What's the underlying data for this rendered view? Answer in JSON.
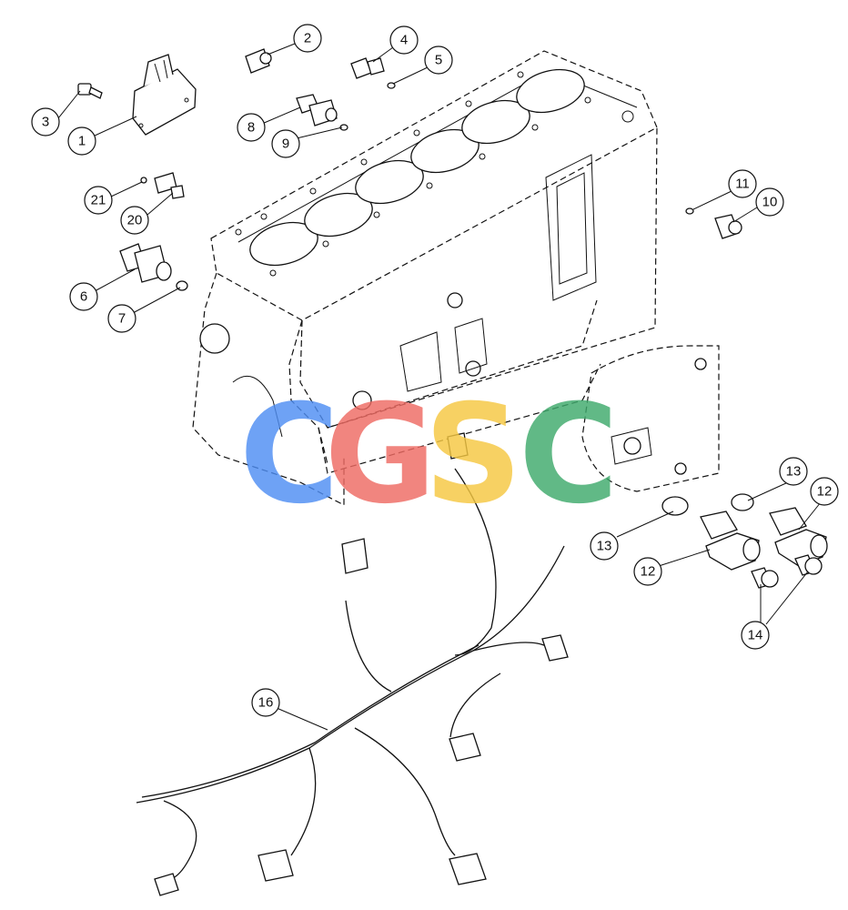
{
  "callouts": [
    {
      "id": "c1",
      "label": "1"
    },
    {
      "id": "c2",
      "label": "2"
    },
    {
      "id": "c3",
      "label": "3"
    },
    {
      "id": "c4",
      "label": "4"
    },
    {
      "id": "c5",
      "label": "5"
    },
    {
      "id": "c6",
      "label": "6"
    },
    {
      "id": "c7",
      "label": "7"
    },
    {
      "id": "c8",
      "label": "8"
    },
    {
      "id": "c9",
      "label": "9"
    },
    {
      "id": "c10",
      "label": "10"
    },
    {
      "id": "c11",
      "label": "11"
    },
    {
      "id": "c12a",
      "label": "12"
    },
    {
      "id": "c12b",
      "label": "12"
    },
    {
      "id": "c13a",
      "label": "13"
    },
    {
      "id": "c13b",
      "label": "13"
    },
    {
      "id": "c14",
      "label": "14"
    },
    {
      "id": "c16",
      "label": "16"
    },
    {
      "id": "c20",
      "label": "20"
    },
    {
      "id": "c21",
      "label": "21"
    }
  ],
  "watermark": {
    "letters": [
      "C",
      "G",
      "S",
      "C"
    ],
    "colors": [
      "#4f8ef3",
      "#ef6b63",
      "#f6c842",
      "#3faa6c"
    ]
  }
}
